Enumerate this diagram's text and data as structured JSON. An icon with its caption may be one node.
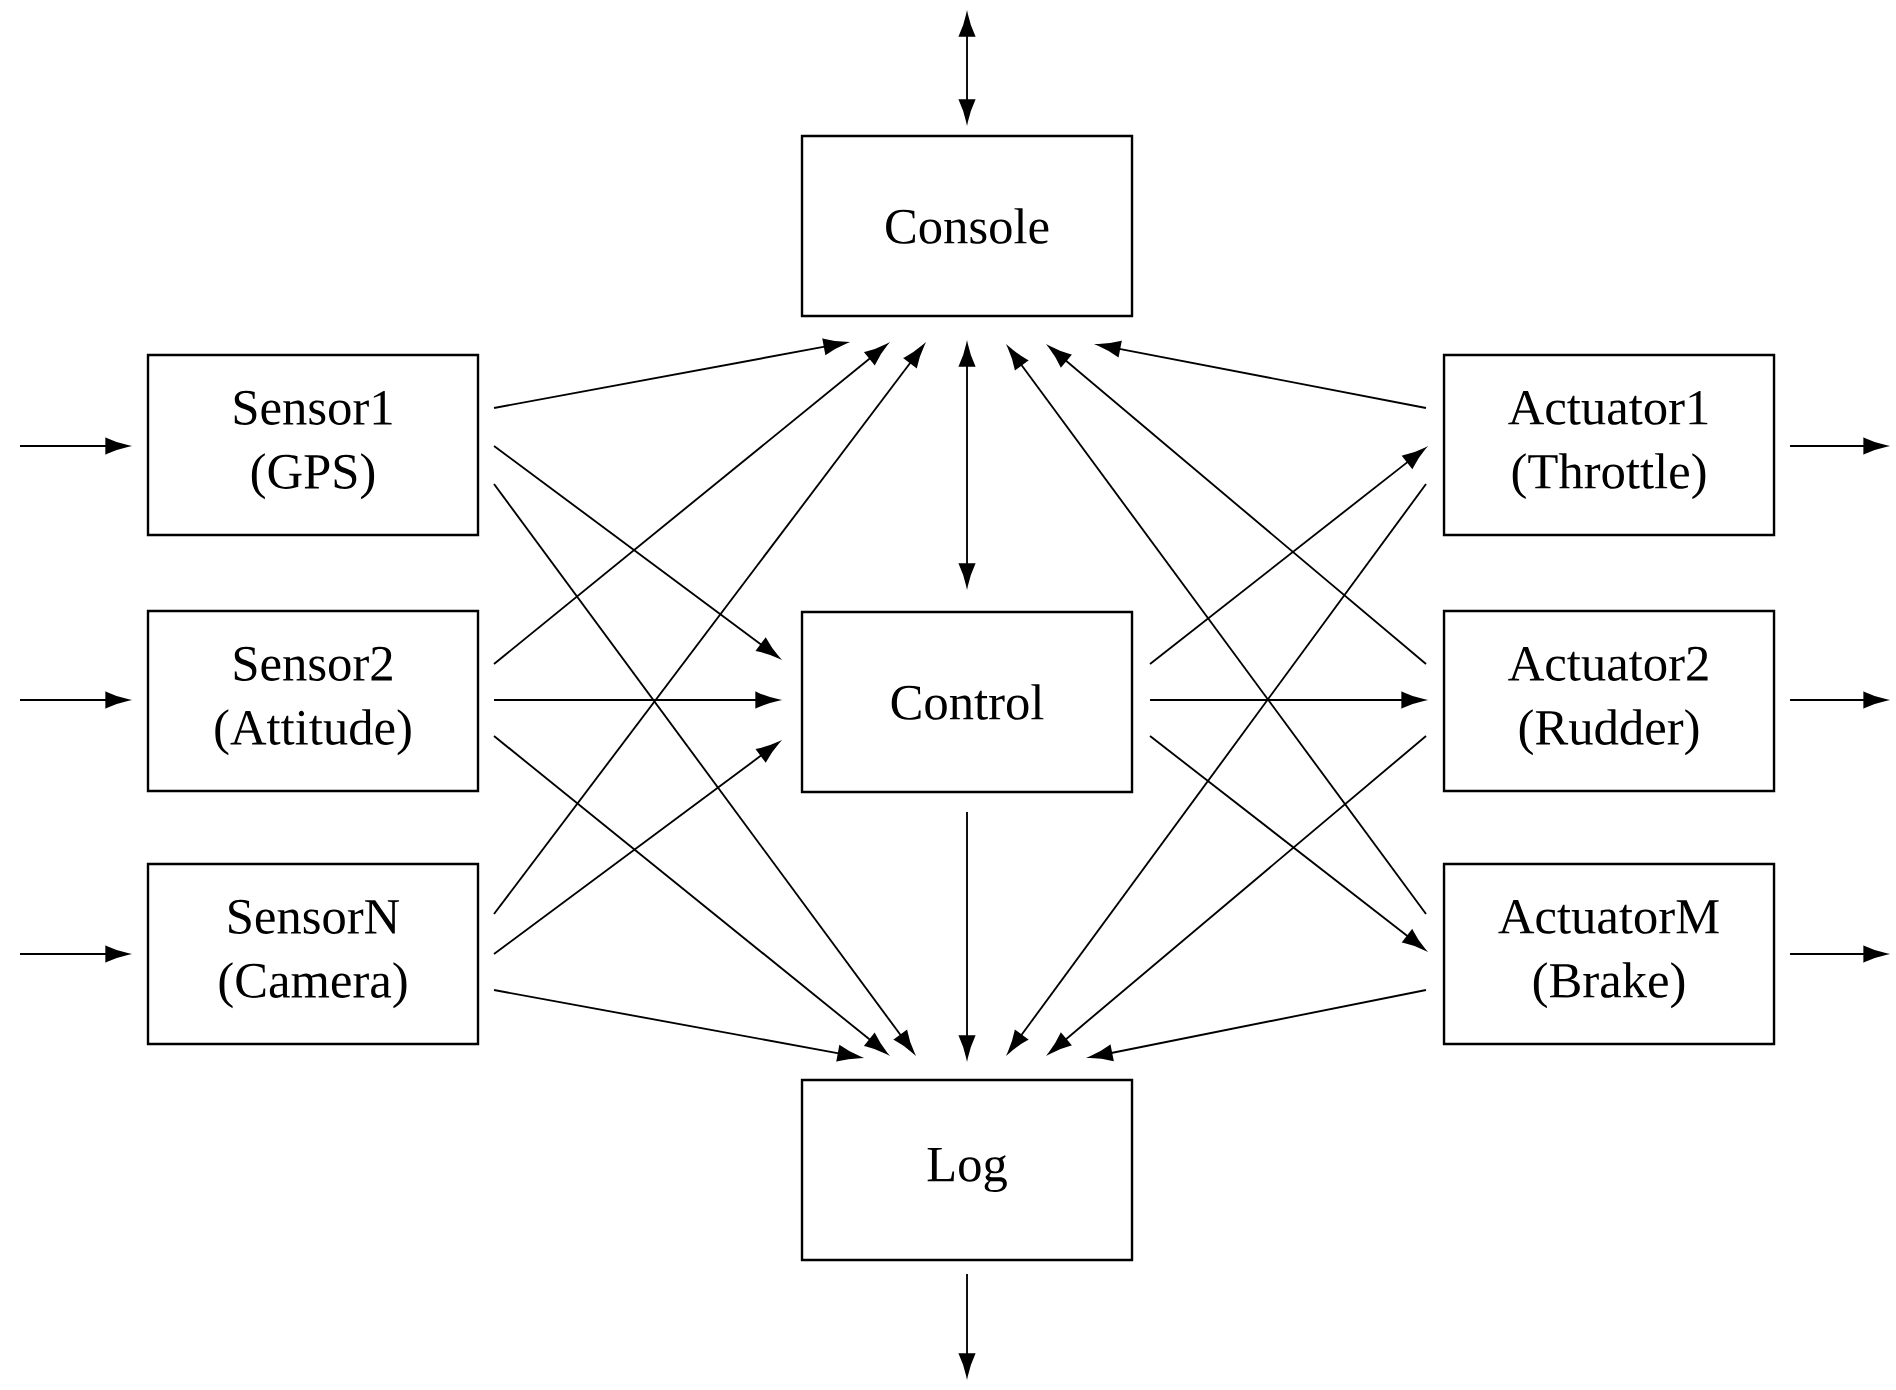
{
  "diagram": {
    "nodes": [
      {
        "text": [
          "Console"
        ]
      },
      {
        "text": [
          "Sensor1 (GPS)"
        ]
      },
      {
        "text": [
          "Sensor2 (Attitude)"
        ]
      },
      {
        "text": [
          "SensorN (Camera)"
        ]
      },
      {
        "text": [
          "Control"
        ]
      },
      {
        "text": [
          "Actuator1 (Throttle)"
        ]
      },
      {
        "text": [
          "Actuator2 (Rudder)"
        ]
      },
      {
        "text": [
          "ActuatorM (Brake)"
        ]
      },
      {
        "text": [
          "Log"
        ]
      }
    ],
    "edges": [
      {
        "from": null,
        "to": 1,
        "arrow": "to"
      },
      {
        "from": null,
        "to": 2,
        "arrow": "to"
      },
      {
        "from": null,
        "to": 3,
        "arrow": "to"
      },
      {
        "from": 1,
        "to": 0,
        "arrow": "to"
      },
      {
        "from": 1,
        "to": 4,
        "arrow": "to"
      },
      {
        "from": 1,
        "to": 8,
        "arrow": "to"
      },
      {
        "from": 2,
        "to": 0,
        "arrow": "to"
      },
      {
        "from": 2,
        "to": 4,
        "arrow": "to"
      },
      {
        "from": 2,
        "to": 8,
        "arrow": "to"
      },
      {
        "from": 3,
        "to": 0,
        "arrow": "to"
      },
      {
        "from": 3,
        "to": 4,
        "arrow": "to"
      },
      {
        "from": 3,
        "to": 8,
        "arrow": "to"
      },
      {
        "from": 4,
        "to": 5,
        "arrow": "to"
      },
      {
        "from": 4,
        "to": 6,
        "arrow": "to"
      },
      {
        "from": 4,
        "to": 7,
        "arrow": "to"
      },
      {
        "from": 5,
        "to": 0,
        "arrow": "to"
      },
      {
        "from": 5,
        "to": 8,
        "arrow": "to"
      },
      {
        "from": 6,
        "to": 0,
        "arrow": "to"
      },
      {
        "from": 6,
        "to": 8,
        "arrow": "to"
      },
      {
        "from": 7,
        "to": 0,
        "arrow": "to"
      },
      {
        "from": 7,
        "to": 8,
        "arrow": "to"
      },
      {
        "from": 0,
        "to": 4,
        "arrow": "both"
      },
      {
        "from": 4,
        "to": 8,
        "arrow": "to"
      },
      {
        "from": 5,
        "to": null,
        "arrow": "to"
      },
      {
        "from": 6,
        "to": null,
        "arrow": "to"
      },
      {
        "from": 7,
        "to": null,
        "arrow": "to"
      },
      {
        "from": 0,
        "to": null,
        "arrow": "both"
      },
      {
        "from": 8,
        "to": null,
        "arrow": "to"
      }
    ]
  }
}
